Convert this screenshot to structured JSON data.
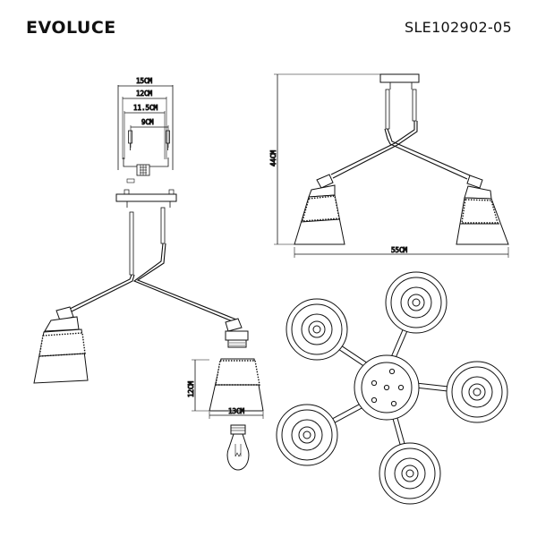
{
  "header": {
    "brand": "EVOLUCE",
    "model": "SLE102902-05"
  },
  "dimensions": {
    "width_15": "15CM",
    "width_12": "12CM",
    "width_11_5": "11.5CM",
    "width_9": "9CM",
    "shade_height": "12CM",
    "shade_width": "13CM",
    "total_height": "44CM",
    "total_width": "55CM"
  }
}
